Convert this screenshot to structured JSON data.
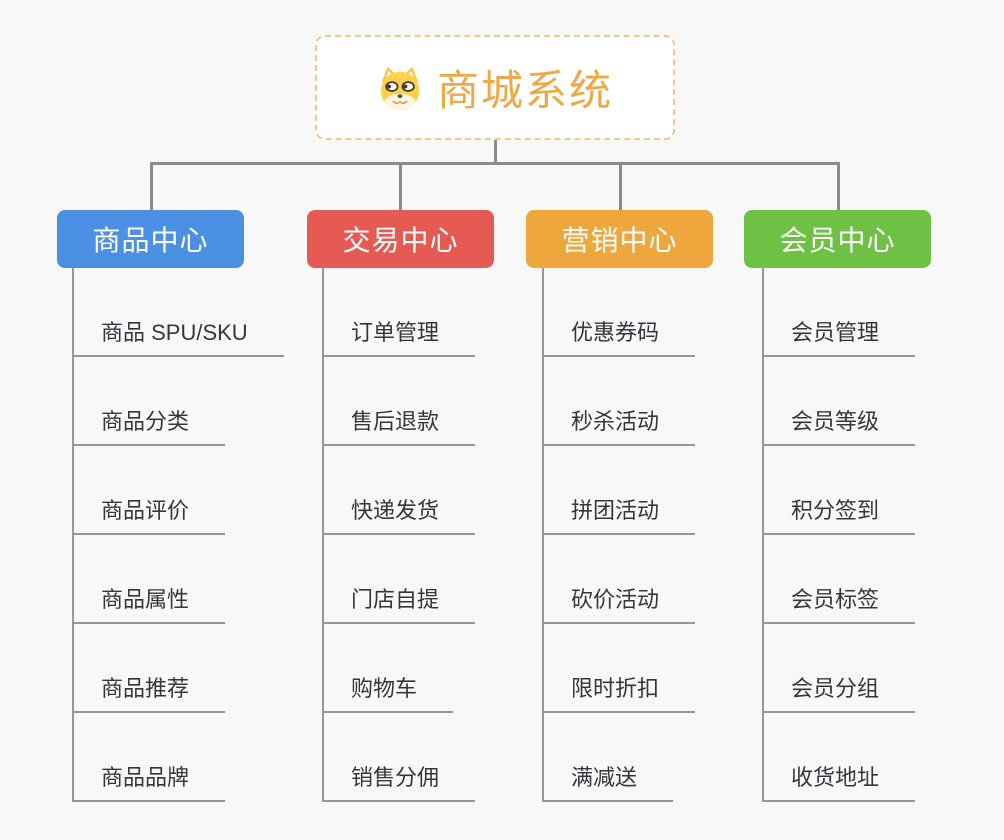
{
  "root": {
    "title": "商城系统",
    "icon": "shiba-dog-icon"
  },
  "branches": [
    {
      "label": "商品中心",
      "color": "#4b90e2",
      "children": [
        "商品 SPU/SKU",
        "商品分类",
        "商品评价",
        "商品属性",
        "商品推荐",
        "商品品牌"
      ]
    },
    {
      "label": "交易中心",
      "color": "#e65a54",
      "children": [
        "订单管理",
        "售后退款",
        "快递发货",
        "门店自提",
        "购物车",
        "销售分佣"
      ]
    },
    {
      "label": "营销中心",
      "color": "#eda73c",
      "children": [
        "优惠券码",
        "秒杀活动",
        "拼团活动",
        "砍价活动",
        "限时折扣",
        "满减送"
      ]
    },
    {
      "label": "会员中心",
      "color": "#6ec144",
      "children": [
        "会员管理",
        "会员等级",
        "积分签到",
        "会员标签",
        "会员分组",
        "收货地址"
      ]
    }
  ],
  "colors": {
    "page_background": "#f8f8f8",
    "root_border": "#f2c88a",
    "root_text": "#f0a845",
    "connector_line": "#8b8b8b",
    "child_line": "#979797",
    "leaf_text": "#33373d"
  }
}
